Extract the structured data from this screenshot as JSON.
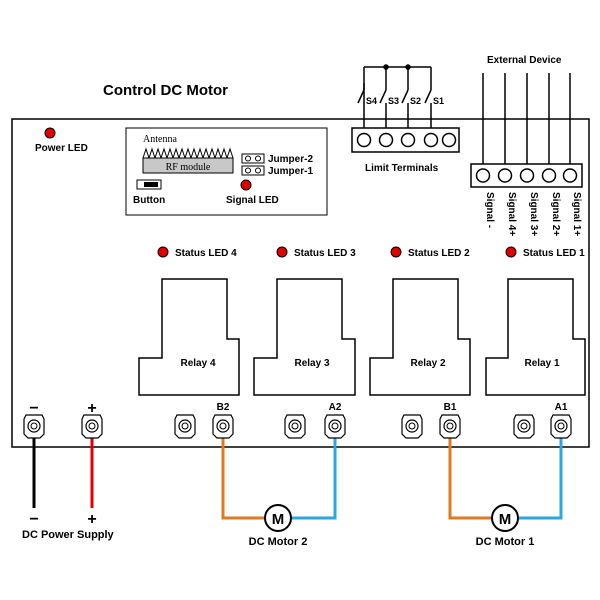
{
  "title": "Control DC Motor",
  "external_device": "External Device",
  "power_led": "Power LED",
  "antenna": "Antenna",
  "rf_module": "RF module",
  "jumper_2": "Jumper-2",
  "jumper_1": "Jumper-1",
  "button": "Button",
  "signal_led": "Signal LED",
  "limit_terminals": "Limit Terminals",
  "switches": [
    "S4",
    "S3",
    "S2",
    "S1"
  ],
  "signals": [
    "Signal -",
    "Signal 4+",
    "Signal 3+",
    "Signal 2+",
    "Signal 1+"
  ],
  "status_leds": [
    "Status LED 4",
    "Status LED 3",
    "Status LED 2",
    "Status LED 1"
  ],
  "relays": [
    "Relay 4",
    "Relay 3",
    "Relay 2",
    "Relay 1"
  ],
  "terminals": {
    "minus": "−",
    "plus": "+",
    "b2": "B2",
    "a2": "A2",
    "b1": "B1",
    "a1": "A1"
  },
  "supply_minus": "−",
  "supply_plus": "+",
  "dc_power_supply": "DC Power Supply",
  "motor_symbol": "M",
  "dc_motor_2": "DC Motor 2",
  "dc_motor_1": "DC Motor 1",
  "colors": {
    "led": "#e00000",
    "wire_red": "#e00000",
    "wire_orange": "#e07a20",
    "wire_blue": "#2aa7e0",
    "wire_black": "#000000",
    "rf_module": "#c8c8c8"
  }
}
